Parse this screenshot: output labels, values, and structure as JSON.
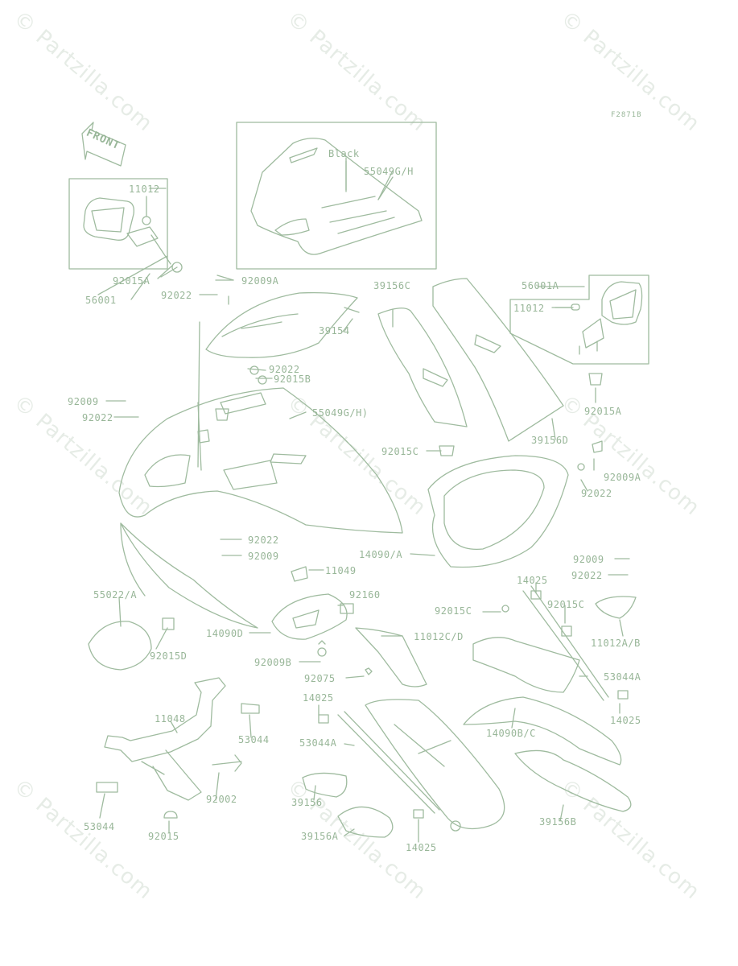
{
  "watermark_text": "© Partzilla.com",
  "figure_code": "F2871B",
  "front_arrow_label": "FRONT",
  "color_line": "#9fbb9f",
  "color_text": "#98b698",
  "labels": {
    "l11012a": "11012",
    "l56001": "56001",
    "l92015A_a": "92015A",
    "lBlack": "Black",
    "l55049GH_a": "55049G/H",
    "l92009A_a": "92009A",
    "l92022_a": "92022",
    "l39154": "39154",
    "l92022_b": "92022",
    "l92015B": "92015B",
    "l39156C": "39156C",
    "l56001A": "56001A",
    "l11012b": "11012",
    "l92015A_b": "92015A",
    "l39156D": "39156D",
    "l92009_a": "92009",
    "l92022_c": "92022",
    "l55049GH_b": "55049G/H)",
    "l92015C_a": "92015C",
    "l92009A_b": "92009A",
    "l92022_d": "92022",
    "l92022_e": "92022",
    "l92009_b": "92009",
    "l14090A": "14090/A",
    "l11049": "11049",
    "l92009_c": "92009",
    "l92022_f": "92022",
    "l14025_a": "14025",
    "l55022A": "55022/A",
    "l92160": "92160",
    "l92015C_b": "92015C",
    "l92015C_c": "92015C",
    "l14090D": "14090D",
    "l11012CD": "11012C/D",
    "l11012AB": "11012A/B",
    "l92015D": "92015D",
    "l92009B": "92009B",
    "l92075": "92075",
    "l53044A_a": "53044A",
    "l14025_b": "14025",
    "l14025_c": "14025",
    "l11048": "11048",
    "l53044_a": "53044",
    "l53044A_b": "53044A",
    "l14090BC": "14090B/C",
    "l92002": "92002",
    "l39156": "39156",
    "l39156B": "39156B",
    "l53044_b": "53044",
    "l92015": "92015",
    "l39156A": "39156A",
    "l14025_d": "14025"
  }
}
